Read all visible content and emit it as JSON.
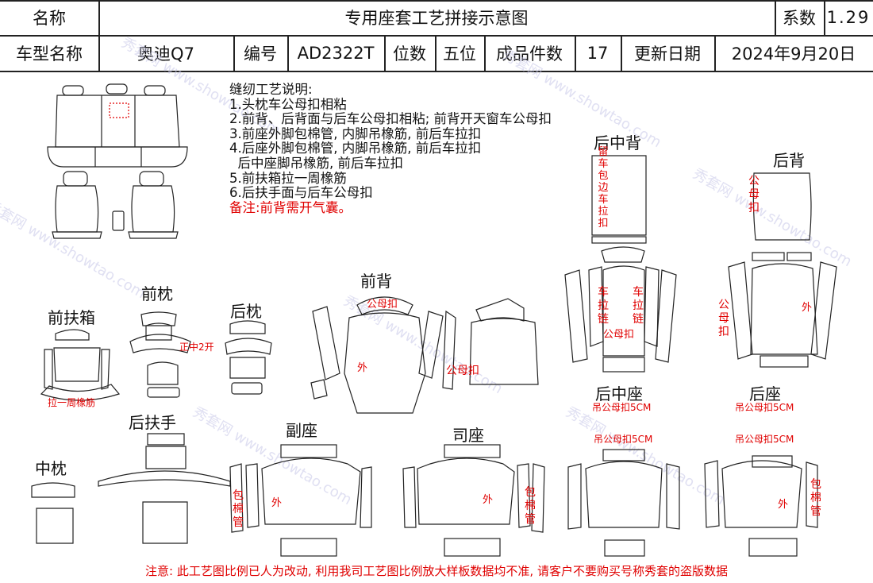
{
  "header": {
    "name_label": "名称",
    "title": "专用座套工艺拼接示意图",
    "coef_label": "系数",
    "coef_value": "1.29",
    "model_label": "车型名称",
    "model_value": "奥迪Q7",
    "code_label": "编号",
    "code_value": "AD2322T",
    "seats_label": "位数",
    "seats_value": "五位",
    "pieces_label": "成品件数",
    "pieces_value": "17",
    "date_label": "更新日期",
    "date_value": "2024年9月20日"
  },
  "notes": {
    "heading": "缝纫工艺说明:",
    "items": [
      "1.头枕车公母扣相粘",
      "2.前背、后背面与后车公母扣相粘; 前背开天窗车公母扣",
      "3.前座外脚包棉管, 内脚吊橡筋, 前后车拉扣",
      "4.后座外脚包棉管, 内脚吊橡筋, 前后车拉扣",
      "  后中座脚吊橡筋, 前后车拉扣",
      "5.前扶箱拉一周橡筋",
      "6.后扶手面与后车公母扣"
    ],
    "remark": "备注:前背需开气囊。"
  },
  "labels": {
    "front_armbox": "前扶箱",
    "front_headrest": "前枕",
    "rear_headrest": "后枕",
    "front_back": "前背",
    "rear_center_back": "后中背",
    "rear_back": "后背",
    "rear_armrest": "后扶手",
    "center_headrest": "中枕",
    "passenger_seat": "副座",
    "driver_seat": "司座",
    "rear_center_seat": "后中座",
    "rear_seat": "后座"
  },
  "annotations": {
    "armbox_elastic": "拉一周橡筋",
    "headrest_open": "正中2开",
    "snap_button": "公母扣",
    "outer": "外",
    "rear_center_seat_snap_1": "吊公母扣5CM",
    "rear_center_seat_snap_2": "吊公母扣5CM",
    "rear_seat_snap_1": "吊公母扣5CM",
    "rear_seat_snap_2": "吊公母扣5CM",
    "cotton_tube": "包棉管",
    "side_zip": "车拉链",
    "rear_center_edge": "留车包边车拉扣",
    "back_snap": "公母扣"
  },
  "footer": "注意: 此工艺图比例已人为改动, 利用我司工艺图比例放大样板数据均不准, 请客户不要购买号称秀套的盗版数据",
  "watermark": "秀套网 www.showtao.com",
  "colors": {
    "line": "#222222",
    "accent": "#e00000"
  }
}
